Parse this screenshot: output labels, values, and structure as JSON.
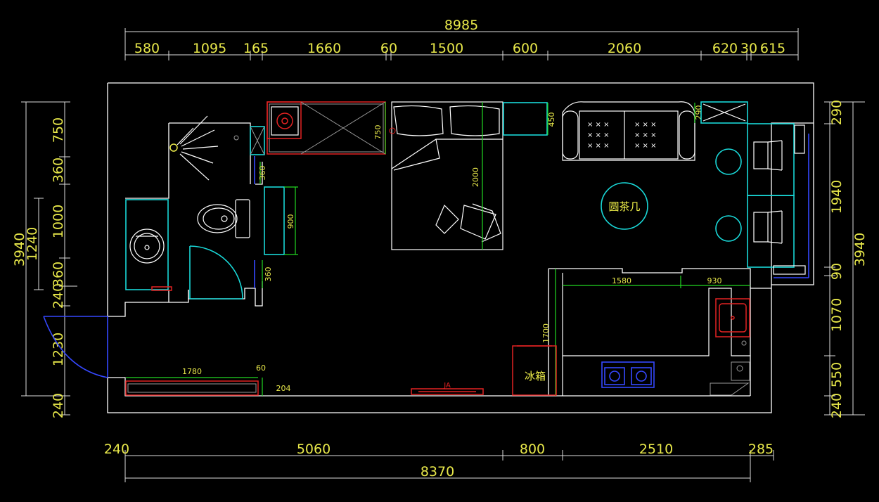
{
  "top_overall": "8985",
  "top_dims": [
    "580",
    "1095",
    "165",
    "1660",
    "60",
    "1500",
    "600",
    "2060",
    "620",
    "30",
    "615"
  ],
  "bottom_overall": "8370",
  "bottom_dims": [
    "240",
    "5060",
    "800",
    "2510",
    "285"
  ],
  "left_overall": "3940",
  "left_sub": "1240",
  "left_dims": [
    "750",
    "360",
    "1000",
    "360",
    "240",
    "1230",
    "240"
  ],
  "right_overall": "3940",
  "right_dims": [
    "290",
    "1940",
    "90",
    "1070",
    "550",
    "240"
  ],
  "inner_dims": {
    "d750": "750",
    "d450": "450",
    "d290": "290",
    "d360a": "360",
    "d900": "900",
    "d360b": "360",
    "d2000": "2000",
    "d1580": "1580",
    "d930": "930",
    "d1700": "1700",
    "d1780": "1780",
    "d60": "60",
    "d204": "204"
  },
  "room_labels": {
    "coffee_table": "圆茶几",
    "fridge": "冰箱",
    "tv": "JA"
  },
  "colors": {
    "background": "#000000",
    "dimension_text": "#e8e84a",
    "wall": "#ffffff",
    "furniture": "#19d8d8",
    "dimension_line": "#22d822",
    "cabinet": "#e22222",
    "window": "#3548ff"
  }
}
